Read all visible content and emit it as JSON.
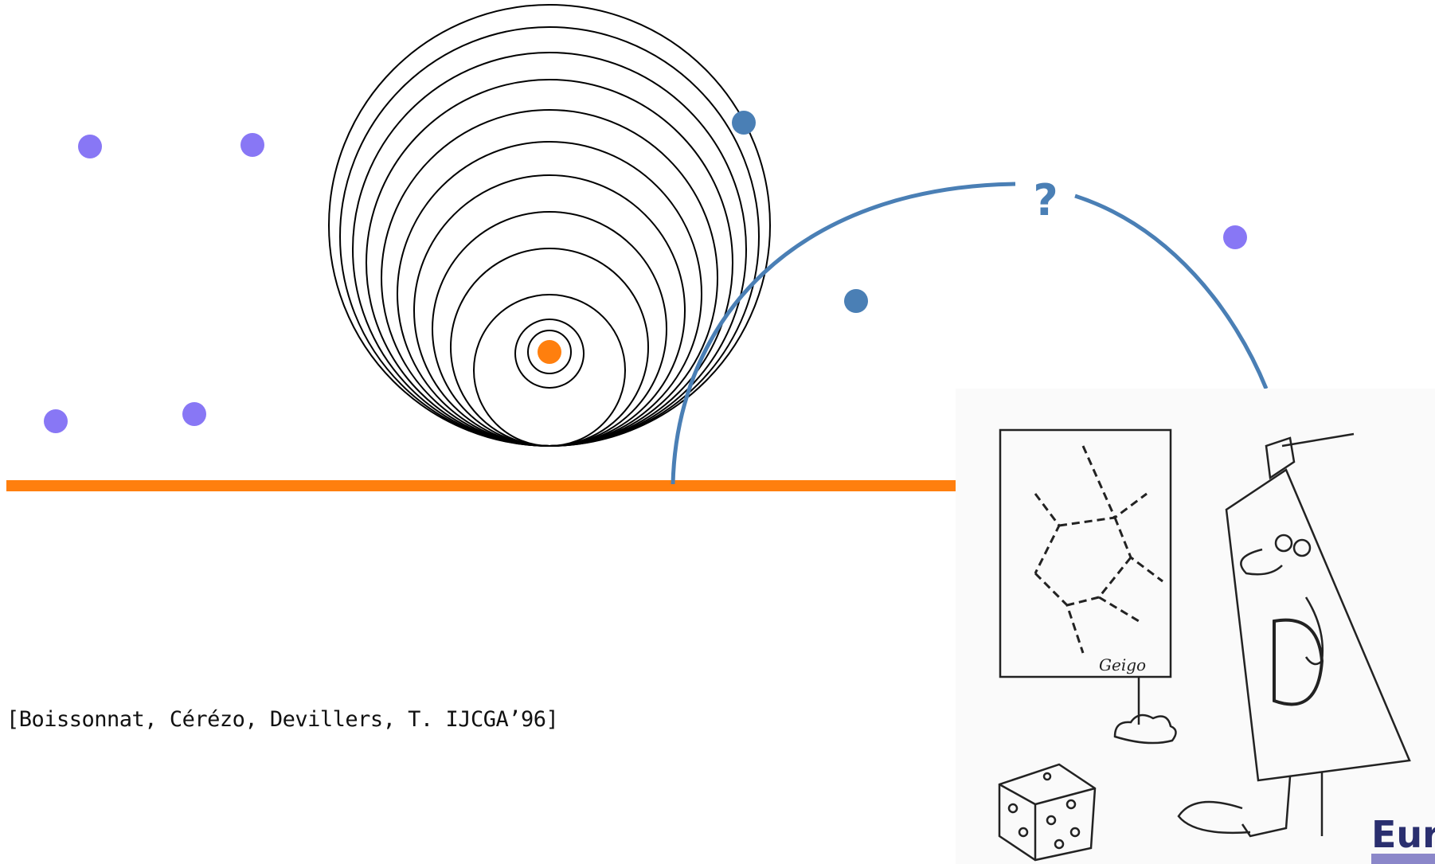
{
  "citation": "[Boissonnat, Cérézo, Devillers, T. IJCGA’96]",
  "question_mark": "?",
  "logo_text": "Eur",
  "colors": {
    "purple_point": "#8877f5",
    "blue_point": "#4a7fb5",
    "orange": "#ff7f0e",
    "circle_stroke": "#000000",
    "arc": "#4a7fb5"
  },
  "icons": [
    "voronoi-cartoon-illustration",
    "dice-icon",
    "delaunay-triangle-character"
  ]
}
